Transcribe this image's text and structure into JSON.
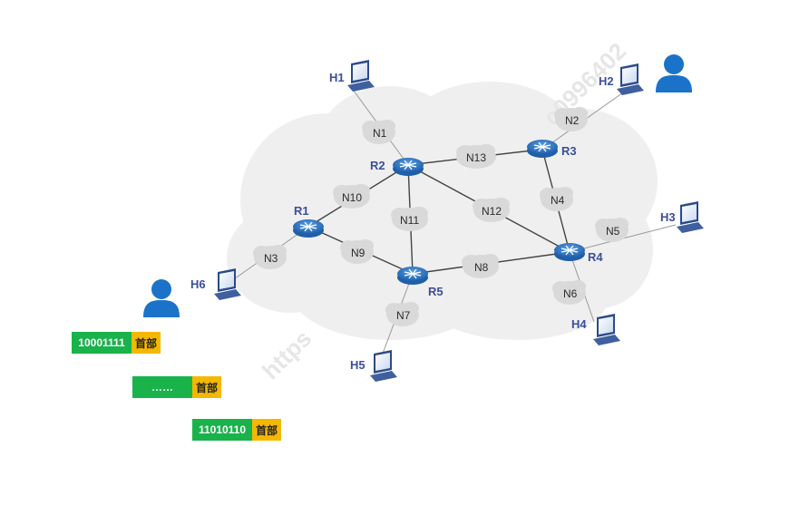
{
  "watermark": [
    "https",
    "c0996402"
  ],
  "routers": [
    {
      "id": "R1",
      "label": "R1"
    },
    {
      "id": "R2",
      "label": "R2"
    },
    {
      "id": "R3",
      "label": "R3"
    },
    {
      "id": "R4",
      "label": "R4"
    },
    {
      "id": "R5",
      "label": "R5"
    }
  ],
  "networks": [
    {
      "id": "N1",
      "label": "N1"
    },
    {
      "id": "N2",
      "label": "N2"
    },
    {
      "id": "N3",
      "label": "N3"
    },
    {
      "id": "N4",
      "label": "N4"
    },
    {
      "id": "N5",
      "label": "N5"
    },
    {
      "id": "N6",
      "label": "N6"
    },
    {
      "id": "N7",
      "label": "N7"
    },
    {
      "id": "N8",
      "label": "N8"
    },
    {
      "id": "N9",
      "label": "N9"
    },
    {
      "id": "N10",
      "label": "N10"
    },
    {
      "id": "N11",
      "label": "N11"
    },
    {
      "id": "N12",
      "label": "N12"
    },
    {
      "id": "N13",
      "label": "N13"
    }
  ],
  "hosts": [
    {
      "id": "H1",
      "label": "H1"
    },
    {
      "id": "H2",
      "label": "H2"
    },
    {
      "id": "H3",
      "label": "H3"
    },
    {
      "id": "H4",
      "label": "H4"
    },
    {
      "id": "H5",
      "label": "H5"
    },
    {
      "id": "H6",
      "label": "H6"
    }
  ],
  "packets": [
    {
      "bits": "10001111",
      "header": "首部"
    },
    {
      "bits": "……",
      "header": "首部"
    },
    {
      "bits": "11010110",
      "header": "首部"
    }
  ],
  "colors": {
    "router": "#2f6fc0",
    "cloud": "#efefef",
    "network_cloud": "#d9d9d9",
    "label": "#3a4f9a",
    "user": "#1a73c8",
    "packet_bits": "#19b24b",
    "packet_header": "#f5b800"
  }
}
